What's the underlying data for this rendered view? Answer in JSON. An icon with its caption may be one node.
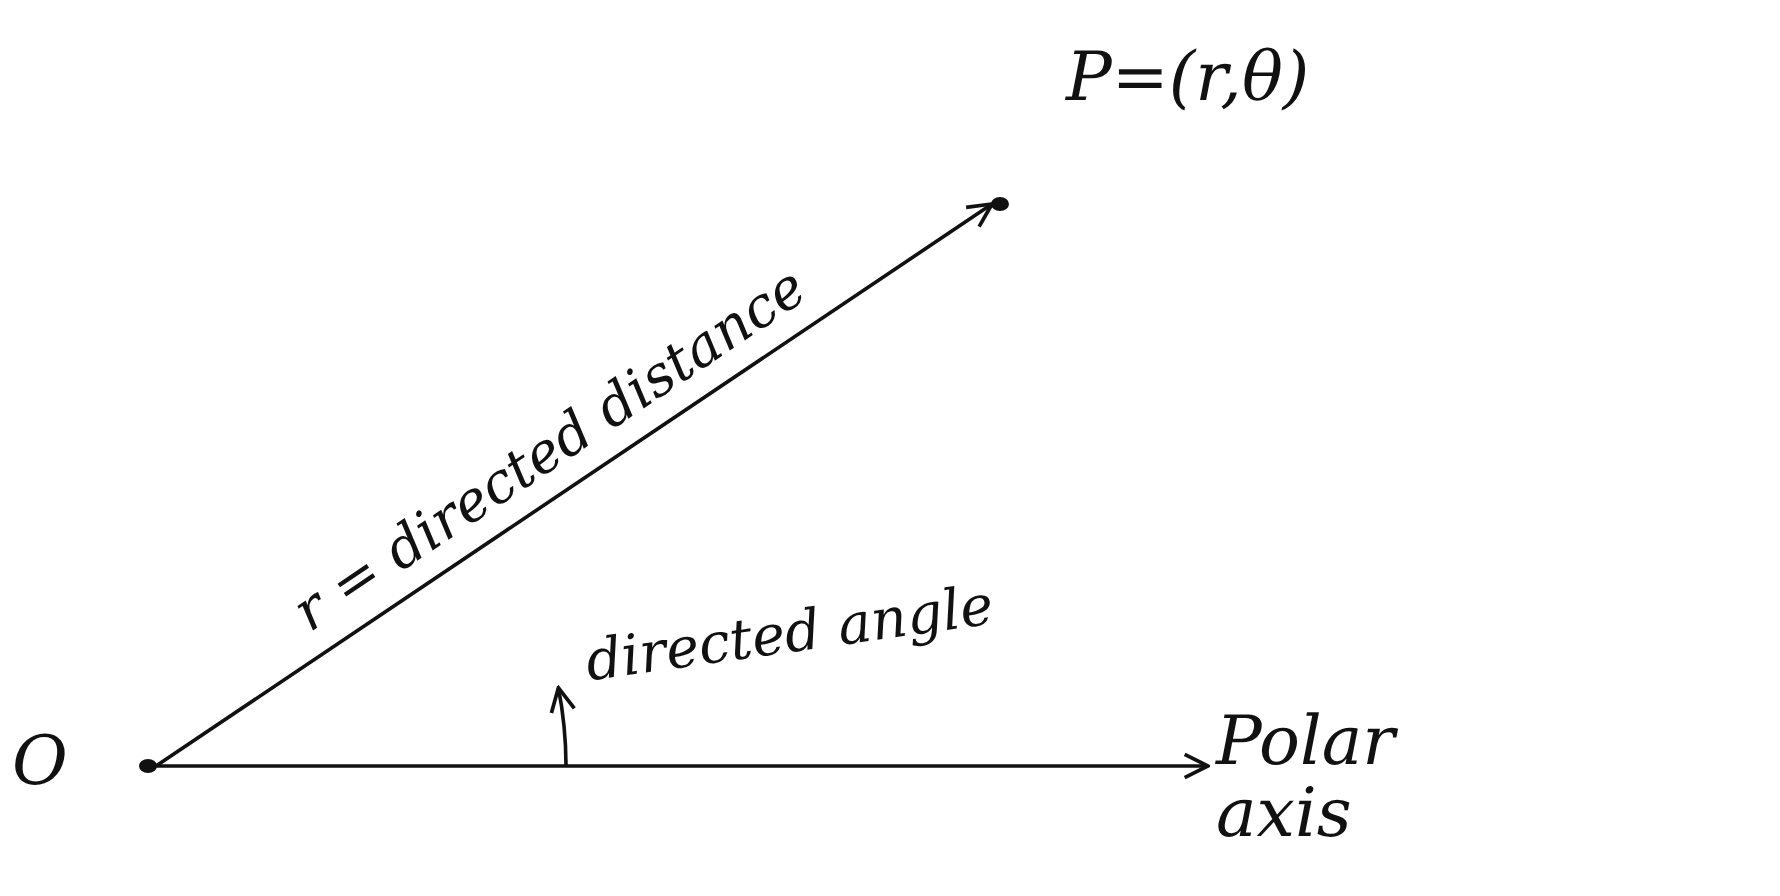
{
  "diagram": {
    "nodes": [
      {
        "text": [
          "O"
        ]
      },
      {
        "text": [
          "P=(r,θ)"
        ]
      },
      {
        "text": [
          "Polar axis"
        ]
      }
    ],
    "edges": [
      {
        "from": 0,
        "to": 1,
        "arrow": "to",
        "label": "r = directed distance"
      },
      {
        "from": 0,
        "to": 2,
        "arrow": "to"
      }
    ],
    "labels": [
      "directed angle"
    ]
  }
}
